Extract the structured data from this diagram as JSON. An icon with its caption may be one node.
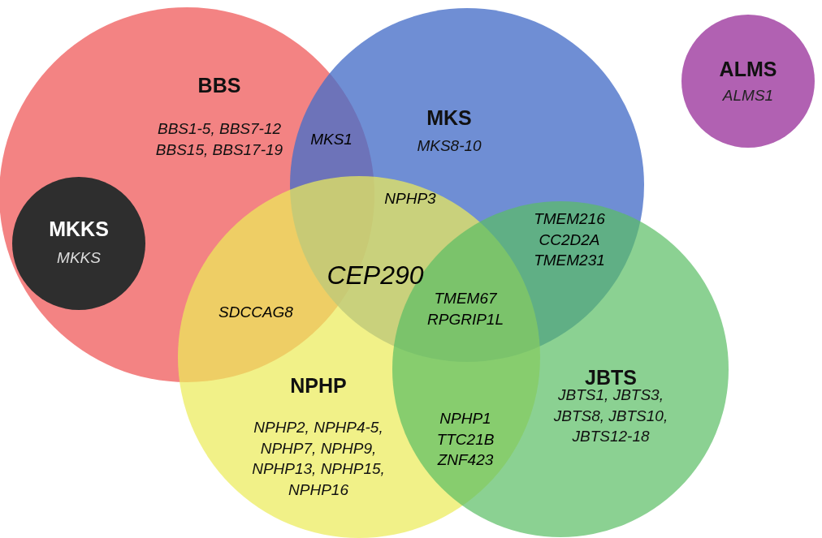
{
  "diagram": {
    "nodes": [
      {
        "text": [
          "BBS",
          "BBS1-5, BBS7-12 BBS15, BBS17-19"
        ]
      },
      {
        "text": [
          "MKS",
          "MKS8-10"
        ]
      },
      {
        "text": [
          "ALMS",
          "ALMS1"
        ]
      },
      {
        "text": [
          "MKKS",
          "MKKS"
        ],
        "in": 0
      },
      {
        "text": [
          "NPHP",
          "NPHP2, NPHP4-5, NPHP7, NPHP9, NPHP13, NPHP15, NPHP16"
        ]
      },
      {
        "text": [
          "JBTS",
          "JBTS1, JBTS3, JBTS8, JBTS10, JBTS12-18"
        ]
      }
    ],
    "edges": [],
    "labels": [
      "MKS1",
      "NPHP3",
      "TMEM216 CC2D2A TMEM231",
      "CEP290",
      "SDCCAG8",
      "TMEM67 RPGRIP1L",
      "NPHP1 TTC21B ZNF423"
    ]
  }
}
